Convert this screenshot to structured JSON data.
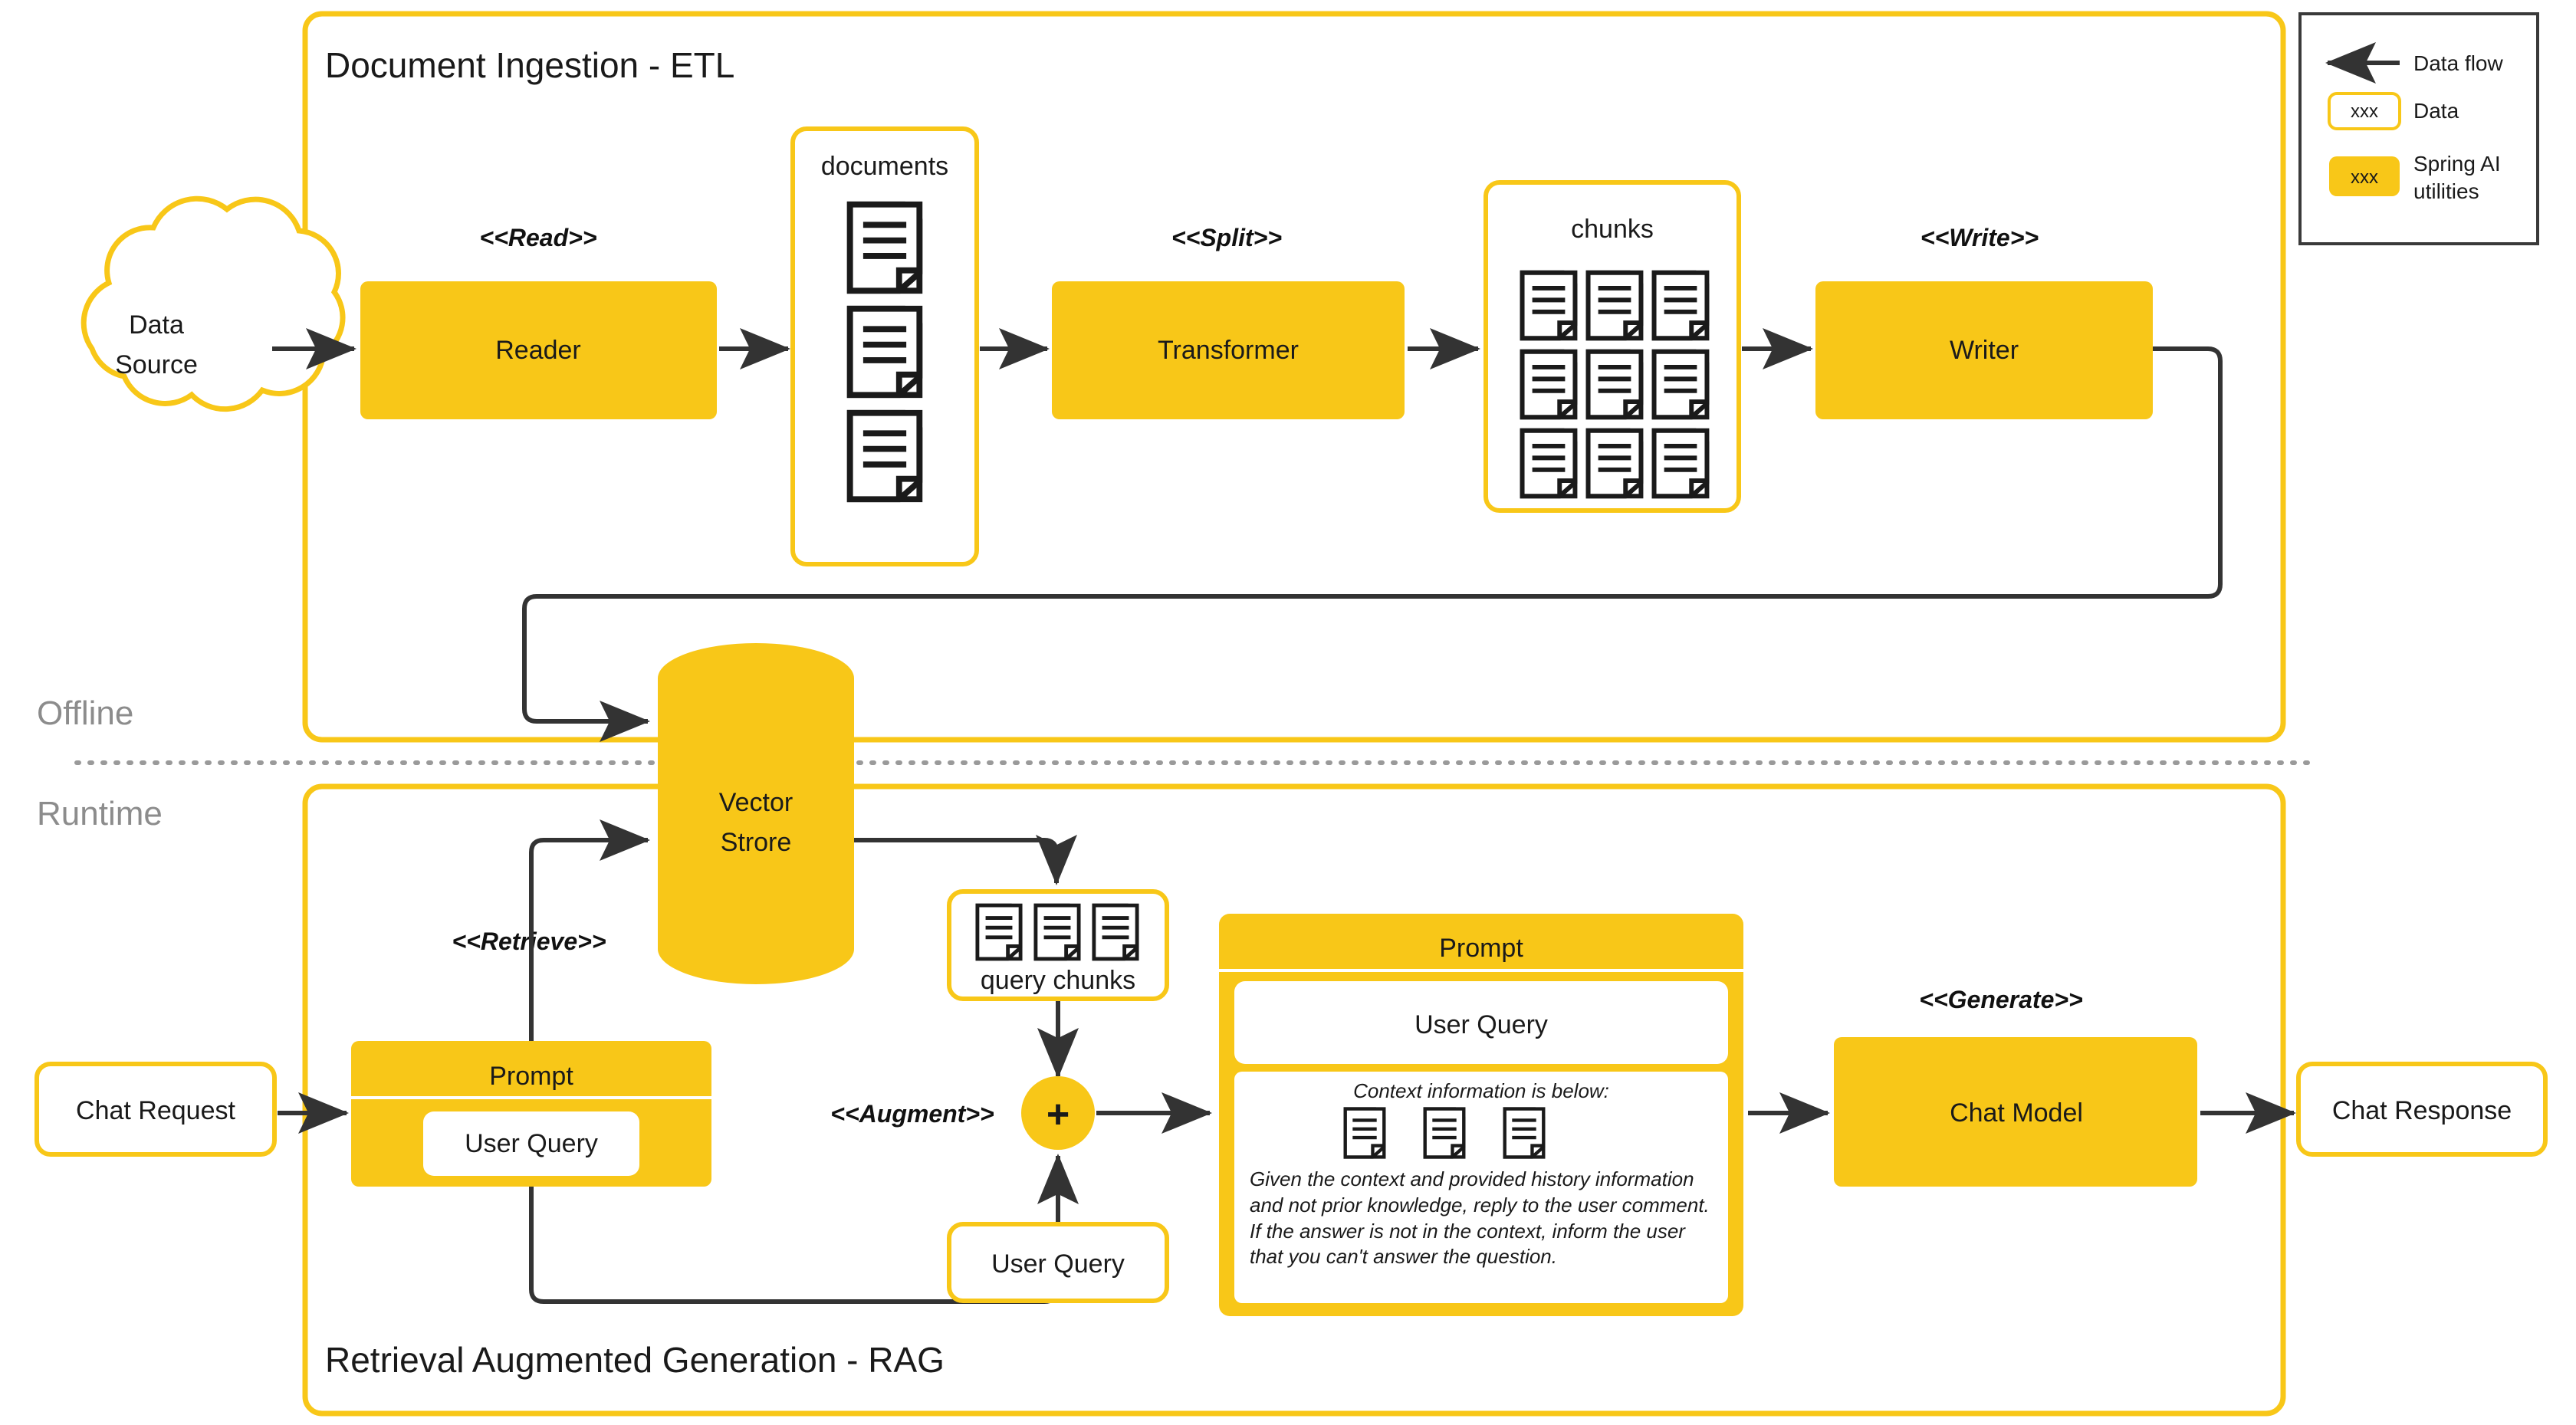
{
  "colors": {
    "accent": "#F8C718",
    "accent_border": "#F2C011",
    "stroke": "#333333",
    "phase_text": "#8C8C8C",
    "text": "#1A1A1A",
    "legend_border": "#3A3A3A",
    "divider": "#9A9A9A",
    "white": "#FFFFFF"
  },
  "phases": {
    "offline": "Offline",
    "runtime": "Runtime"
  },
  "etl": {
    "title": "Document Ingestion - ETL",
    "data_source": {
      "line1": "Data",
      "line2": "Source"
    },
    "read_stereotype": "<<Read>>",
    "reader": "Reader",
    "documents_label": "documents",
    "documents_count": 3,
    "split_stereotype": "<<Split>>",
    "transformer": "Transformer",
    "chunks_label": "chunks",
    "chunks_count": 9,
    "write_stereotype": "<<Write>>",
    "writer": "Writer"
  },
  "vector_store": {
    "line1": "Vector",
    "line2": "Strore"
  },
  "rag": {
    "title": "Retrieval Augmented Generation - RAG",
    "chat_request": "Chat Request",
    "retrieve_stereotype": "<<Retrieve>>",
    "prompt_left": {
      "header": "Prompt",
      "user_query": "User Query"
    },
    "query_chunks": {
      "label": "query chunks",
      "count": 3
    },
    "augment_stereotype": "<<Augment>>",
    "augment_symbol": "+",
    "user_query_box": "User Query",
    "prompt_right": {
      "header": "Prompt",
      "user_query": "User Query",
      "context_heading": "Context information is below:",
      "context_chunks": 3,
      "instruction": "Given the context and provided history information and not prior knowledge, reply to the user comment. If the answer is not in the context, inform the user that you can't answer the question."
    },
    "generate_stereotype": "<<Generate>>",
    "chat_model": "Chat Model",
    "chat_response": "Chat Response"
  },
  "legend": {
    "items": [
      {
        "kind": "arrow",
        "sample": "",
        "label": "Data flow"
      },
      {
        "kind": "outline",
        "sample": "xxx",
        "label": "Data"
      },
      {
        "kind": "filled",
        "sample": "xxx",
        "label": "Spring AI utilities"
      }
    ],
    "spring_label_l1": "Spring AI",
    "spring_label_l2": "utilities"
  }
}
